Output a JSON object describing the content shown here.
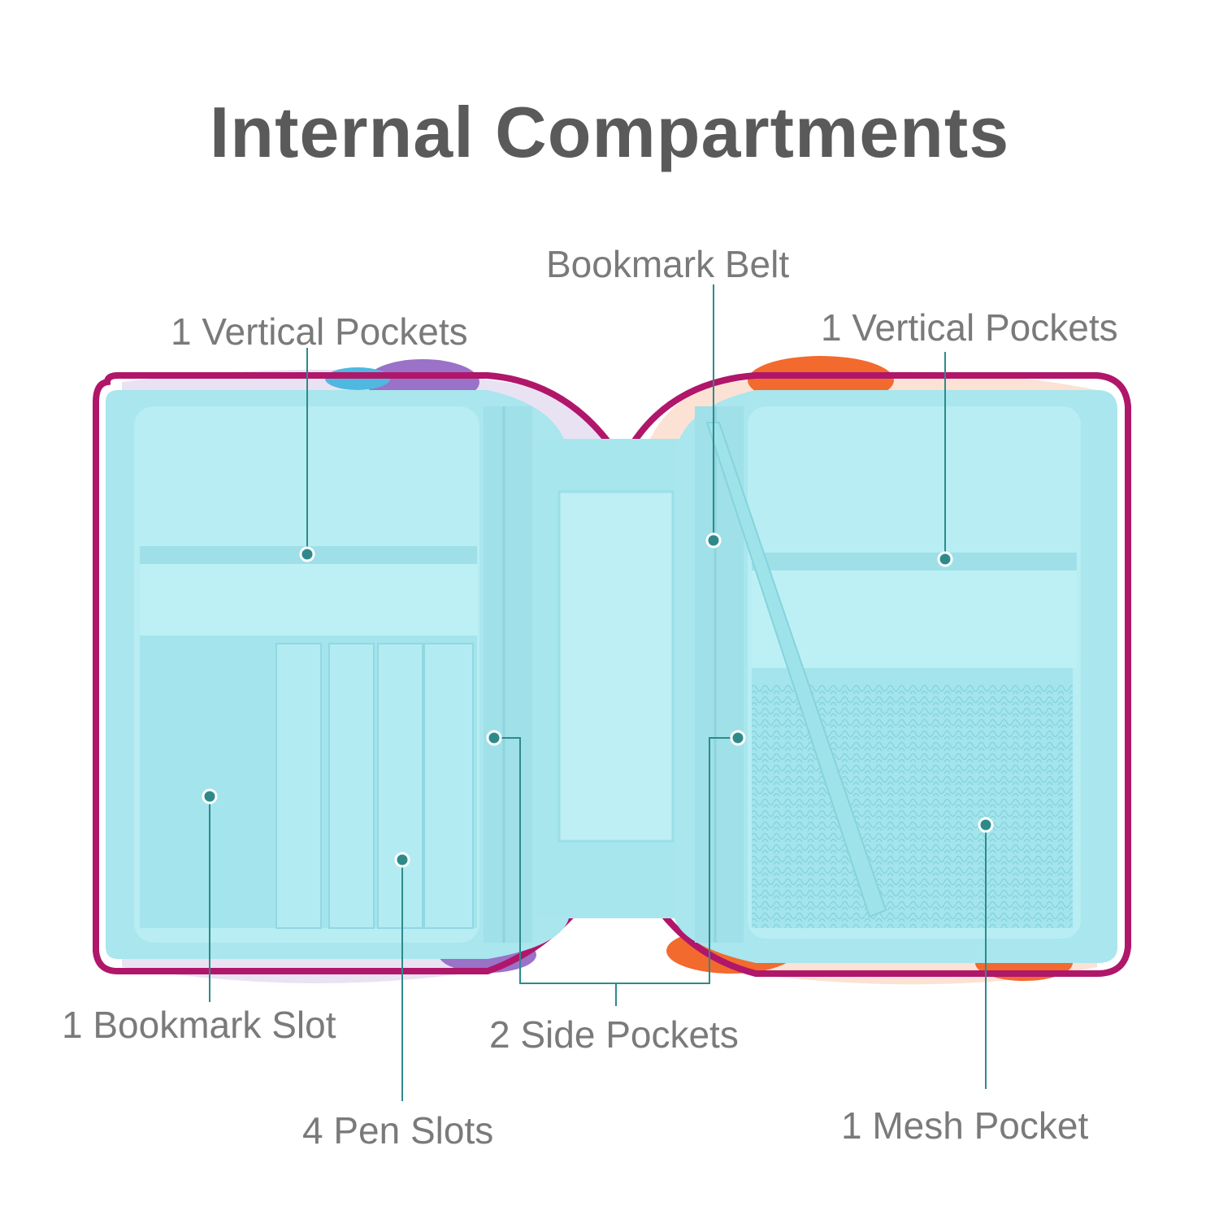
{
  "title": "Internal Compartments",
  "labels": {
    "left_vertical_pockets": "1 Vertical Pockets",
    "bookmark_belt": "Bookmark Belt",
    "right_vertical_pockets": "1 Vertical Pockets",
    "bookmark_slot": "1 Bookmark Slot",
    "side_pockets": "2 Side Pockets",
    "pen_slots": "4 Pen Slots",
    "mesh_pocket": "1 Mesh Pocket"
  },
  "colors": {
    "title_text": "#5a5a5a",
    "label_text": "#7a7a7a",
    "callout_line": "#2e8a8a",
    "lining": "#aeeaf0",
    "lining_dark": "#8fdce5",
    "zipper": "#b0166a",
    "cover_orange": "#f26a2e",
    "cover_purple": "#9a72c8"
  }
}
